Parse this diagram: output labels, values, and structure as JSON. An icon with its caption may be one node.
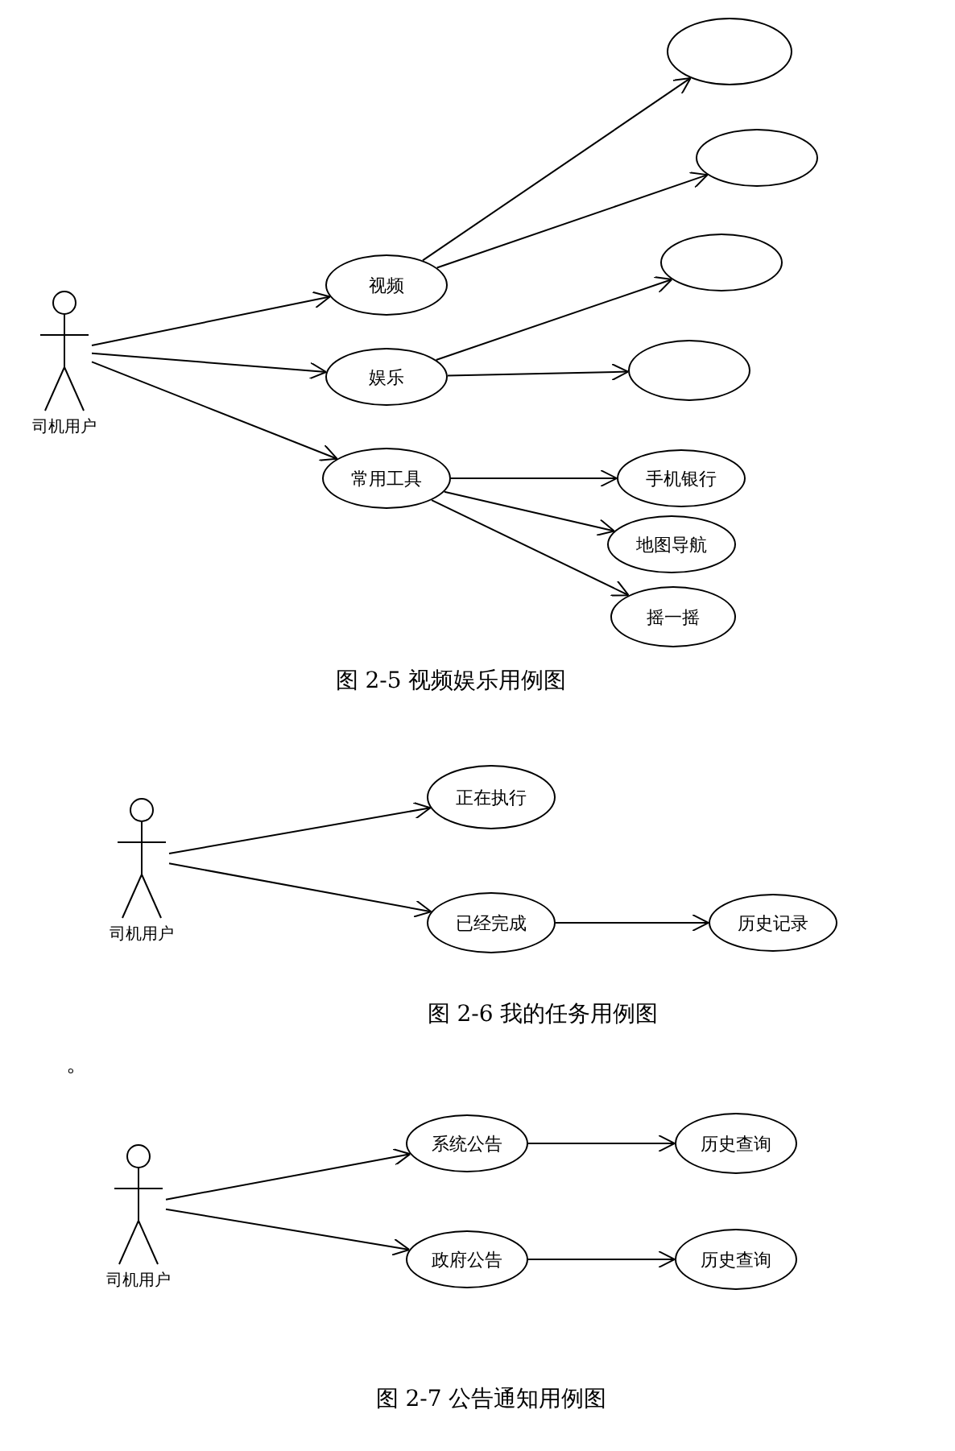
{
  "diagram": {
    "nodes": [
      {
        "text": [
          "司机用户"
        ]
      },
      {
        "text": [
          "视频"
        ]
      },
      {
        "text": [
          "娱乐"
        ]
      },
      {
        "text": [
          "常用工具"
        ]
      },
      {
        "text": [],
        "shape": "ellipse"
      },
      {
        "text": [],
        "shape": "ellipse"
      },
      {
        "text": [],
        "shape": "ellipse"
      },
      {
        "text": [],
        "shape": "ellipse"
      },
      {
        "text": [
          "手机银行"
        ]
      },
      {
        "text": [
          "地图导航"
        ]
      },
      {
        "text": [
          "摇一摇"
        ]
      },
      {
        "text": [
          "司机用户"
        ]
      },
      {
        "text": [
          "正在执行"
        ]
      },
      {
        "text": [
          "已经完成"
        ]
      },
      {
        "text": [
          "历史记录"
        ]
      },
      {
        "text": [
          "司机用户"
        ]
      },
      {
        "text": [
          "系统公告"
        ]
      },
      {
        "text": [
          "政府公告"
        ]
      },
      {
        "text": [
          "历史查询"
        ]
      },
      {
        "text": [
          "历史查询"
        ]
      }
    ],
    "edges": [
      {
        "from": 0,
        "to": 1,
        "arrow": "to"
      },
      {
        "from": 0,
        "to": 2,
        "arrow": "to"
      },
      {
        "from": 0,
        "to": 3,
        "arrow": "to"
      },
      {
        "from": 1,
        "to": 4,
        "arrow": "to"
      },
      {
        "from": 1,
        "to": 5,
        "arrow": "to"
      },
      {
        "from": 2,
        "to": 6,
        "arrow": "to"
      },
      {
        "from": 2,
        "to": 7,
        "arrow": "to"
      },
      {
        "from": 3,
        "to": 8,
        "arrow": "to"
      },
      {
        "from": 3,
        "to": 9,
        "arrow": "to"
      },
      {
        "from": 3,
        "to": 10,
        "arrow": "to"
      },
      {
        "from": 11,
        "to": 12,
        "arrow": "to"
      },
      {
        "from": 11,
        "to": 13,
        "arrow": "to"
      },
      {
        "from": 13,
        "to": 14,
        "arrow": "to"
      },
      {
        "from": 15,
        "to": 16,
        "arrow": "to"
      },
      {
        "from": 15,
        "to": 17,
        "arrow": "to"
      },
      {
        "from": 16,
        "to": 18,
        "arrow": "to"
      },
      {
        "from": 17,
        "to": 19,
        "arrow": "to"
      }
    ],
    "labels": [
      "图 2-5 视频娱乐用例图",
      "图 2-6 我的任务用例图",
      "。",
      "图 2-7 公告通知用例图"
    ]
  }
}
